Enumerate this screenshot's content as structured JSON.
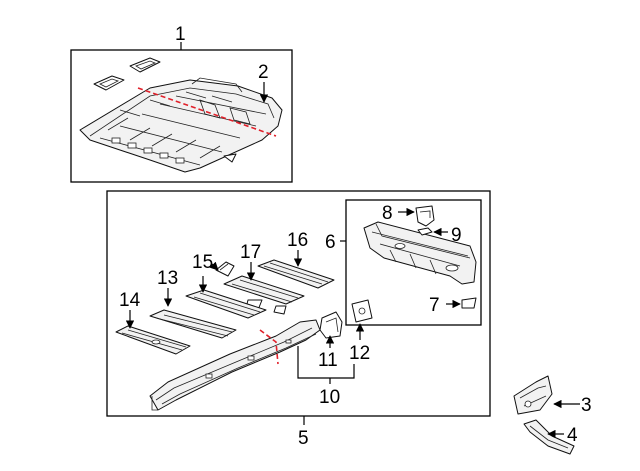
{
  "callouts": {
    "c1": "1",
    "c2": "2",
    "c3": "3",
    "c4": "4",
    "c5": "5",
    "c6": "6",
    "c7": "7",
    "c8": "8",
    "c9": "9",
    "c10": "10",
    "c11": "11",
    "c12": "12",
    "c13": "13",
    "c14": "14",
    "c15": "15",
    "c16": "16",
    "c17": "17"
  },
  "colors": {
    "line": "#000000",
    "cut_line": "#e0202a",
    "background": "#ffffff"
  }
}
